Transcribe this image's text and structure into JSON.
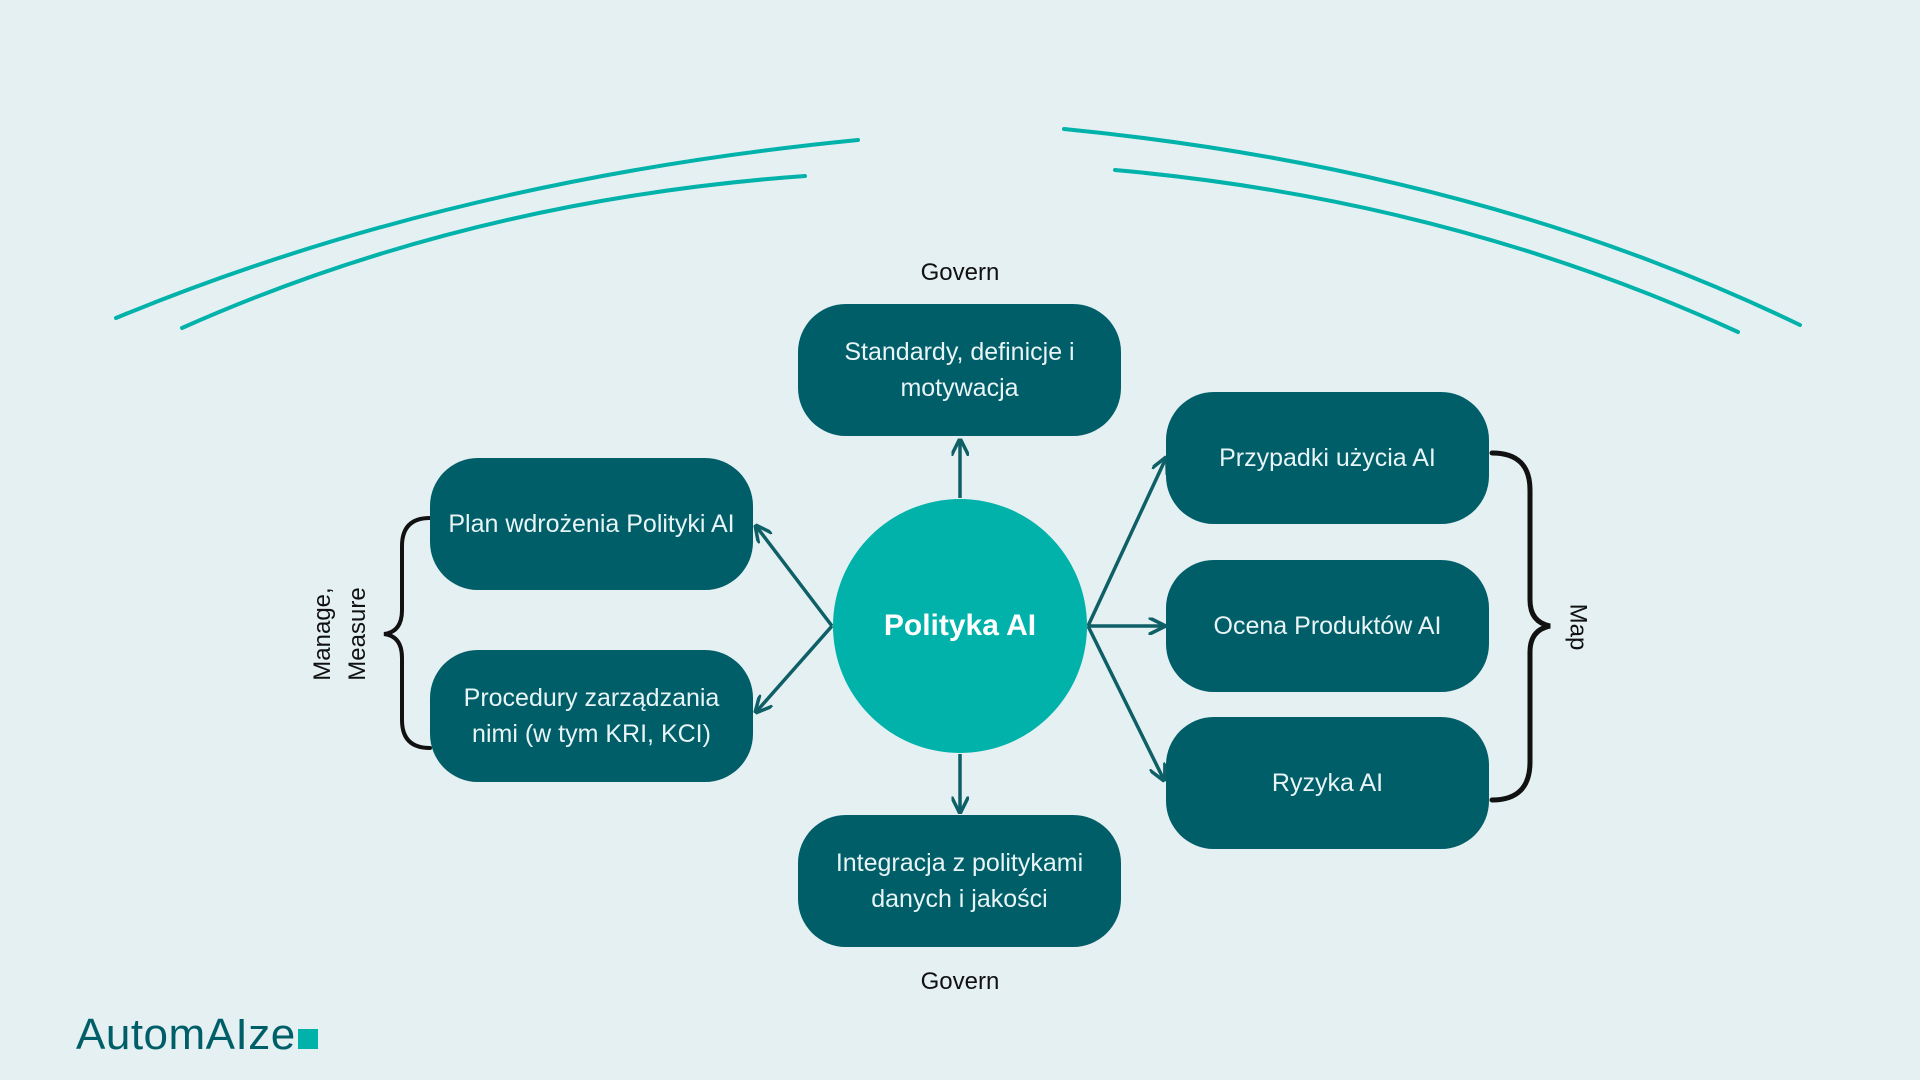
{
  "center": {
    "label": "Polityka AI"
  },
  "nodes": {
    "standards": "Standardy, definicje i motywacja",
    "integration": "Integracja z politykami danych i jakości",
    "plan": "Plan wdrożenia Polityki AI",
    "procedures": "Procedury zarządzania nimi (w tym KRI, KCI)",
    "use_cases": "Przypadki użycia AI",
    "evaluation": "Ocena Produktów AI",
    "risks": "Ryzyka AI"
  },
  "labels": {
    "govern_top": "Govern",
    "govern_bottom": "Govern",
    "manage_line1": "Manage,",
    "manage_line2": "Measure",
    "map": "Map"
  },
  "logo": {
    "text": "AutomAIze"
  },
  "colors": {
    "background": "#e4f0f2",
    "box": "#005e69",
    "circle": "#00b2a9",
    "arc": "#00b2a9",
    "arrow": "#0e5f66"
  }
}
